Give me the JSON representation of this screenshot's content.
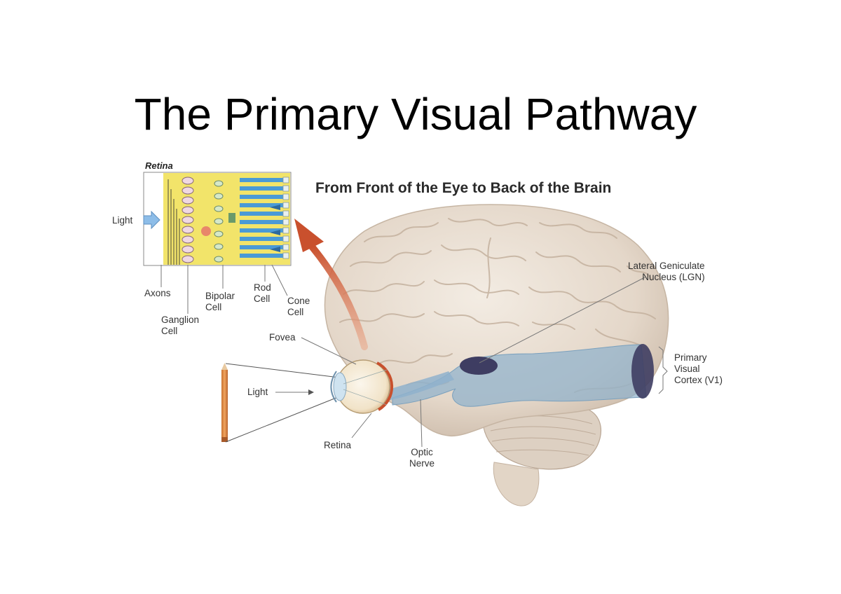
{
  "title": "The Primary Visual Pathway",
  "subtitle": "From Front of the Eye to Back of the Brain",
  "retina_inset": {
    "heading": "Retina",
    "light": "Light",
    "axons": "Axons",
    "ganglion": [
      "Ganglion",
      "Cell"
    ],
    "bipolar": [
      "Bipolar",
      "Cell"
    ],
    "rod": [
      "Rod",
      "Cell"
    ],
    "cone": [
      "Cone",
      "Cell"
    ]
  },
  "labels": {
    "fovea": "Fovea",
    "light": "Light",
    "retina": "Retina",
    "optic_nerve": [
      "Optic",
      "Nerve"
    ],
    "lgn": [
      "Lateral Geniculate",
      "Nucleus (LGN)"
    ],
    "v1": [
      "Primary",
      "Visual",
      "Cortex (V1)"
    ]
  },
  "colors": {
    "brain": "#e7dcd0",
    "pathway": "#8fb1cc",
    "lgn": "#3e3d62",
    "retina_bg": "#f2e46a",
    "rod": "#4a9ad6",
    "arrow": "#d2603c"
  }
}
